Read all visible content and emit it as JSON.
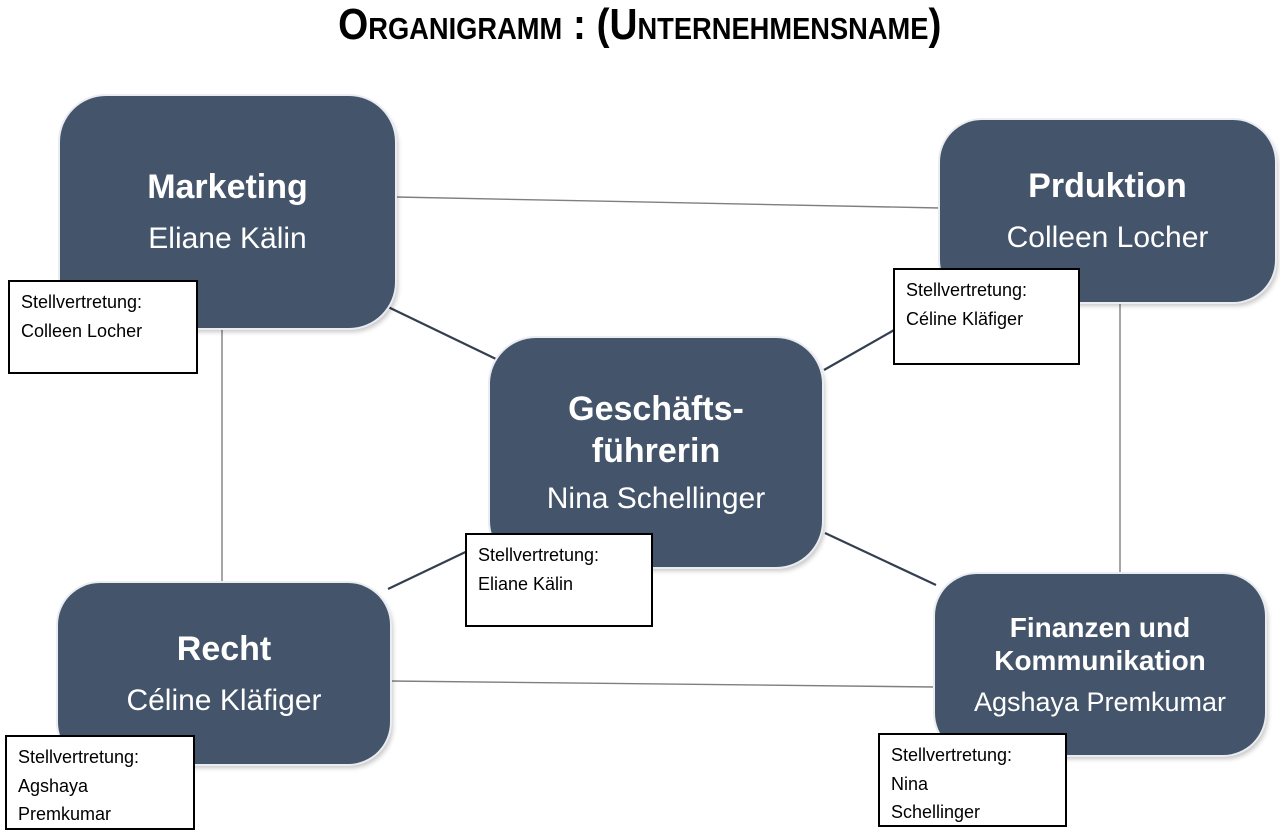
{
  "title": "Organigramm : (Unternehmensname)",
  "boxes": {
    "marketing": {
      "title": "Marketing",
      "person": "Eliane Kälin"
    },
    "produktion": {
      "title": "Prduktion",
      "person": "Colleen Locher"
    },
    "geschaeftsfuehrerin": {
      "title_line1": "Geschäfts-",
      "title_line2": "führerin",
      "person": "Nina Schellinger"
    },
    "recht": {
      "title": "Recht",
      "person": "Céline Kläfiger"
    },
    "finanzen": {
      "title_line1": "Finanzen und",
      "title_line2": "Kommunikation",
      "person": "Agshaya Premkumar"
    }
  },
  "deputies": {
    "marketing": {
      "label": "Stellvertretung:",
      "name_lines": [
        "Colleen Locher"
      ]
    },
    "produktion": {
      "label": "Stellvertretung:",
      "name_lines": [
        "Céline Kläfiger"
      ]
    },
    "geschaeftsfuehrerin": {
      "label": "Stellvertretung:",
      "name_lines": [
        "Eliane Kälin"
      ]
    },
    "recht": {
      "label": "Stellvertretung:",
      "name_lines": [
        "Agshaya",
        "Premkumar"
      ]
    },
    "finanzen": {
      "label": "Stellvertretung:",
      "name_lines": [
        "Nina",
        "Schellinger"
      ]
    }
  },
  "colors": {
    "node_fill": "#44546A",
    "node_text": "#FFFFFF",
    "connector_gray": "#7F7F7F",
    "connector_dark": "#333F50",
    "deputy_border": "#000000",
    "background": "#FFFFFF",
    "title_text": "#000000"
  }
}
